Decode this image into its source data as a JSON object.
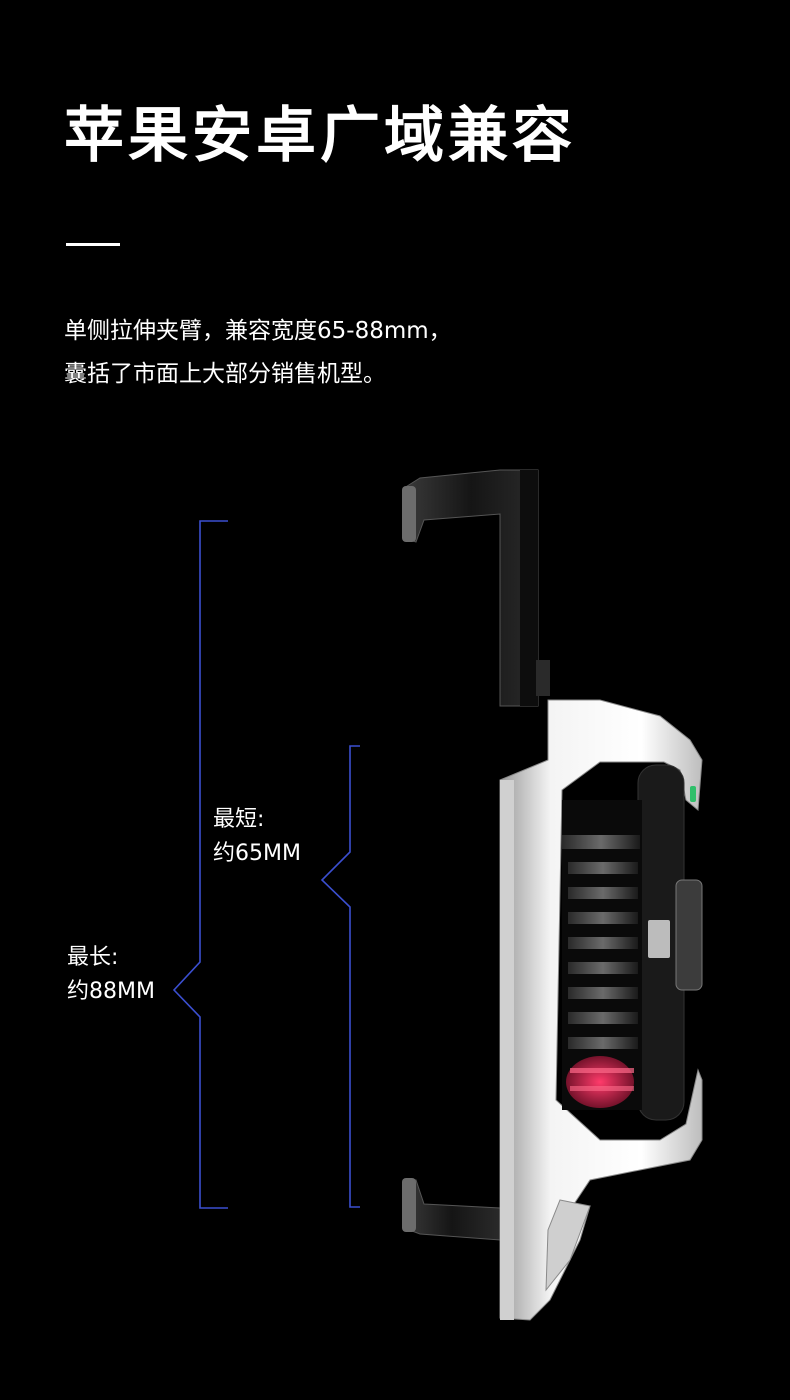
{
  "title": "苹果安卓广域兼容",
  "description": {
    "line1": "单侧拉伸夹臂，兼容宽度65-88mm，",
    "line2": "囊括了市面上大部分销售机型。"
  },
  "dimensions": {
    "shortest": {
      "label": "最短:",
      "value": "约65MM"
    },
    "longest": {
      "label": "最长:",
      "value": "约88MM"
    }
  },
  "colors": {
    "background": "#000000",
    "bracket": "#3b4fd0",
    "device_body": "#e8e8e8",
    "clamp": "#1c1c1c",
    "accent_red": "#d0204a",
    "accent_green": "#2fbf6a"
  }
}
